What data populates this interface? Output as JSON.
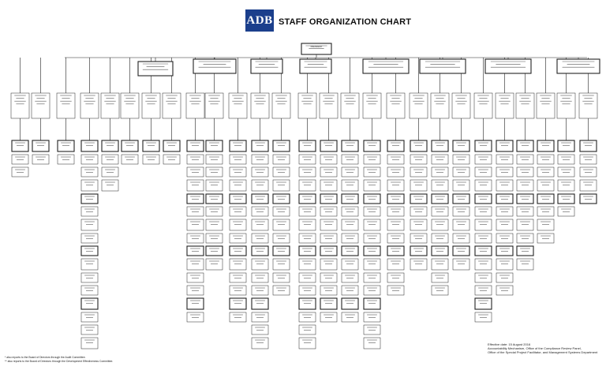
{
  "header": {
    "logo_text": "ADB",
    "title": "STAFF ORGANIZATION CHART",
    "brand_color": "#1b3f8c"
  },
  "chart": {
    "top_node_label": "PRESIDENT"
  },
  "footnotes": [
    "* also reports to the Board of Directors through the Audit Committee.",
    "** also reports to the Board of Directors through the Development Effectiveness Committee."
  ],
  "effective": {
    "line1": "Effective date: 15 August 2016",
    "line2": "Accountability Mechanism, Office of the Compliance Review Panel,",
    "line3": "Office of the Special Project Facilitator, and Management Systems Department"
  }
}
